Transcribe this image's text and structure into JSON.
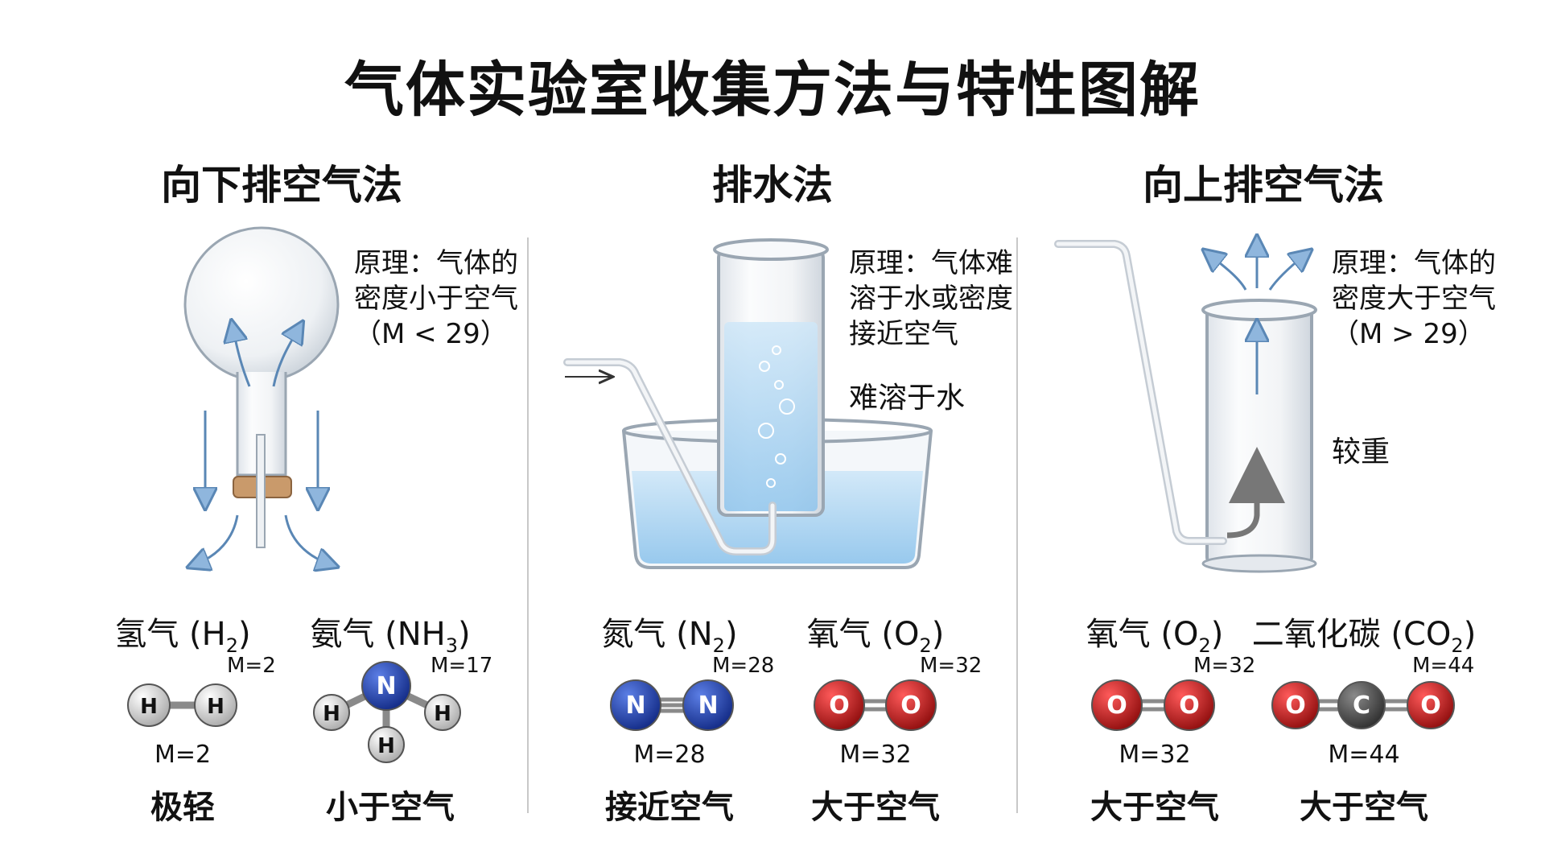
{
  "title": "气体实验室收集方法与特性图解",
  "methods": [
    {
      "title": "向下排空气法",
      "principle": "原理：气体的\n密度小于空气\n（M < 29）",
      "side_label": "",
      "gases": [
        {
          "name": "氢气 (H",
          "sub": "2",
          "tail": ")",
          "mass_top": "M=2",
          "mass_bottom": "M=2",
          "density": "极轻",
          "atoms": [
            "H",
            "H"
          ]
        },
        {
          "name": "氨气 (NH",
          "sub": "3",
          "tail": ")",
          "mass_top": "M=17",
          "mass_bottom": "",
          "density": "小于空气",
          "atoms": [
            "N",
            "H",
            "H",
            "H"
          ]
        }
      ]
    },
    {
      "title": "排水法",
      "principle": "原理：气体难\n溶于水或密度\n接近空气",
      "side_label": "难溶于水",
      "gases": [
        {
          "name": "氮气 (N",
          "sub": "2",
          "tail": ")",
          "mass_top": "M=28",
          "mass_bottom": "M=28",
          "density": "接近空气",
          "atoms": [
            "N",
            "N"
          ]
        },
        {
          "name": "氧气 (O",
          "sub": "2",
          "tail": ")",
          "mass_top": "M=32",
          "mass_bottom": "M=32",
          "density": "大于空气",
          "atoms": [
            "O",
            "O"
          ]
        }
      ]
    },
    {
      "title": "向上排空气法",
      "principle": "原理：气体的\n密度大于空气\n（M > 29）",
      "side_label": "较重",
      "gases": [
        {
          "name": "氧气 (O",
          "sub": "2",
          "tail": ")",
          "mass_top": "M=32",
          "mass_bottom": "M=32",
          "density": "大于空气",
          "atoms": [
            "O",
            "O"
          ]
        },
        {
          "name": "二氧化碳 (CO",
          "sub": "2",
          "tail": ")",
          "mass_top": "M=44",
          "mass_bottom": "M=44",
          "density": "大于空气",
          "atoms": [
            "O",
            "C",
            "O"
          ]
        }
      ]
    }
  ],
  "colors": {
    "hydrogen": "#e8e8e8",
    "nitrogen": "#1f3fb0",
    "oxygen": "#cc1a1a",
    "carbon": "#4a4a4a",
    "water": "#a9d4f2",
    "arrow": "#8fb6dd",
    "cork": "#c99a6b"
  }
}
